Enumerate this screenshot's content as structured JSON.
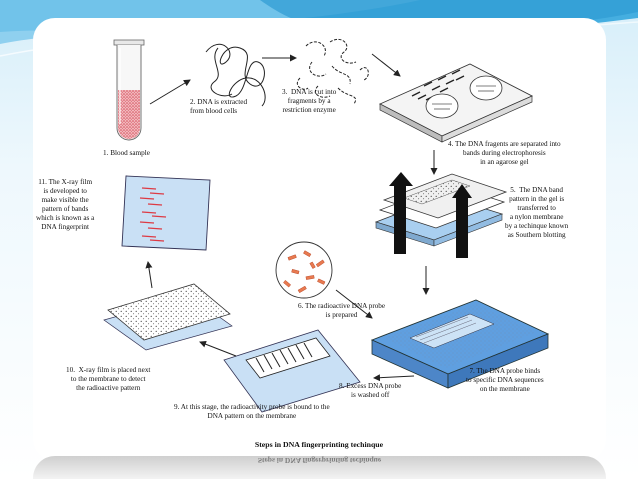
{
  "slide": {
    "title": "Steps in DNA fingerprinting techinque",
    "steps": [
      "1. Blood sample",
      "2. DNA is extracted\nfrom blood cells",
      "3.  DNA is cut into\nfragments by a\nrestriction enzyme",
      "4. The DNA fragents are separated into\nbands during electrophoresis\nin an agarose gel",
      "5.  The DNA band\npattern in the gel is\ntransferred to\na nylon membrane\nby a techinque known\nas Southern blotting",
      "6. The radioactive DNA probe\nis prepared",
      "7. The DNA probe binds\nto specific DNA sequences\non the membrane",
      "8. Excess DNA probe\nis washed off",
      "9. At this stage, the radioactivity probe is bound to the\nDNA pattern on the membrane",
      "10.  X-ray film is placed next\nto the membrane to detect\nthe radioactive pattern",
      "11. The X-ray film\nis developed to\nmake visible the\npattern of bands\nwhich is known as a\nDNA fingerprint"
    ]
  },
  "colors": {
    "background_top": "#3fa9d9",
    "background_light": "#dff1fa",
    "blood": "#e05b66",
    "gel_blue": "#9ccdf0",
    "band_red": "#dd3a44"
  }
}
